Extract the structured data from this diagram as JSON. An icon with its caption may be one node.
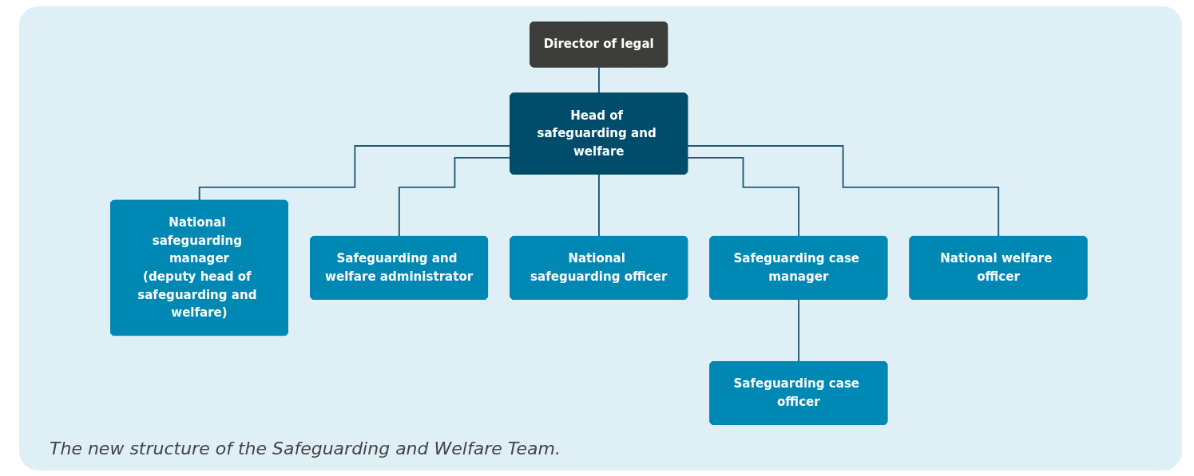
{
  "diagram": {
    "caption": "The new structure of the Safeguarding and Welfare Team.",
    "nodes": [
      {
        "text": [
          "Director of legal"
        ]
      },
      {
        "text": [
          "Head of safeguarding and welfare"
        ]
      },
      {
        "text": [
          "National safeguarding manager",
          "(deputy head of safeguarding and welfare)"
        ]
      },
      {
        "text": [
          "Safeguarding and welfare administrator"
        ]
      },
      {
        "text": [
          "National safeguarding officer"
        ]
      },
      {
        "text": [
          "Safeguarding case manager"
        ]
      },
      {
        "text": [
          "National welfare officer"
        ]
      },
      {
        "text": [
          "Safeguarding case officer"
        ]
      }
    ],
    "edges": [
      {
        "from": 0,
        "to": 1,
        "arrow": "none"
      },
      {
        "from": 1,
        "to": 2,
        "arrow": "none"
      },
      {
        "from": 1,
        "to": 3,
        "arrow": "none"
      },
      {
        "from": 1,
        "to": 4,
        "arrow": "none"
      },
      {
        "from": 1,
        "to": 5,
        "arrow": "none"
      },
      {
        "from": 1,
        "to": 6,
        "arrow": "none"
      },
      {
        "from": 5,
        "to": 7,
        "arrow": "none"
      }
    ]
  }
}
